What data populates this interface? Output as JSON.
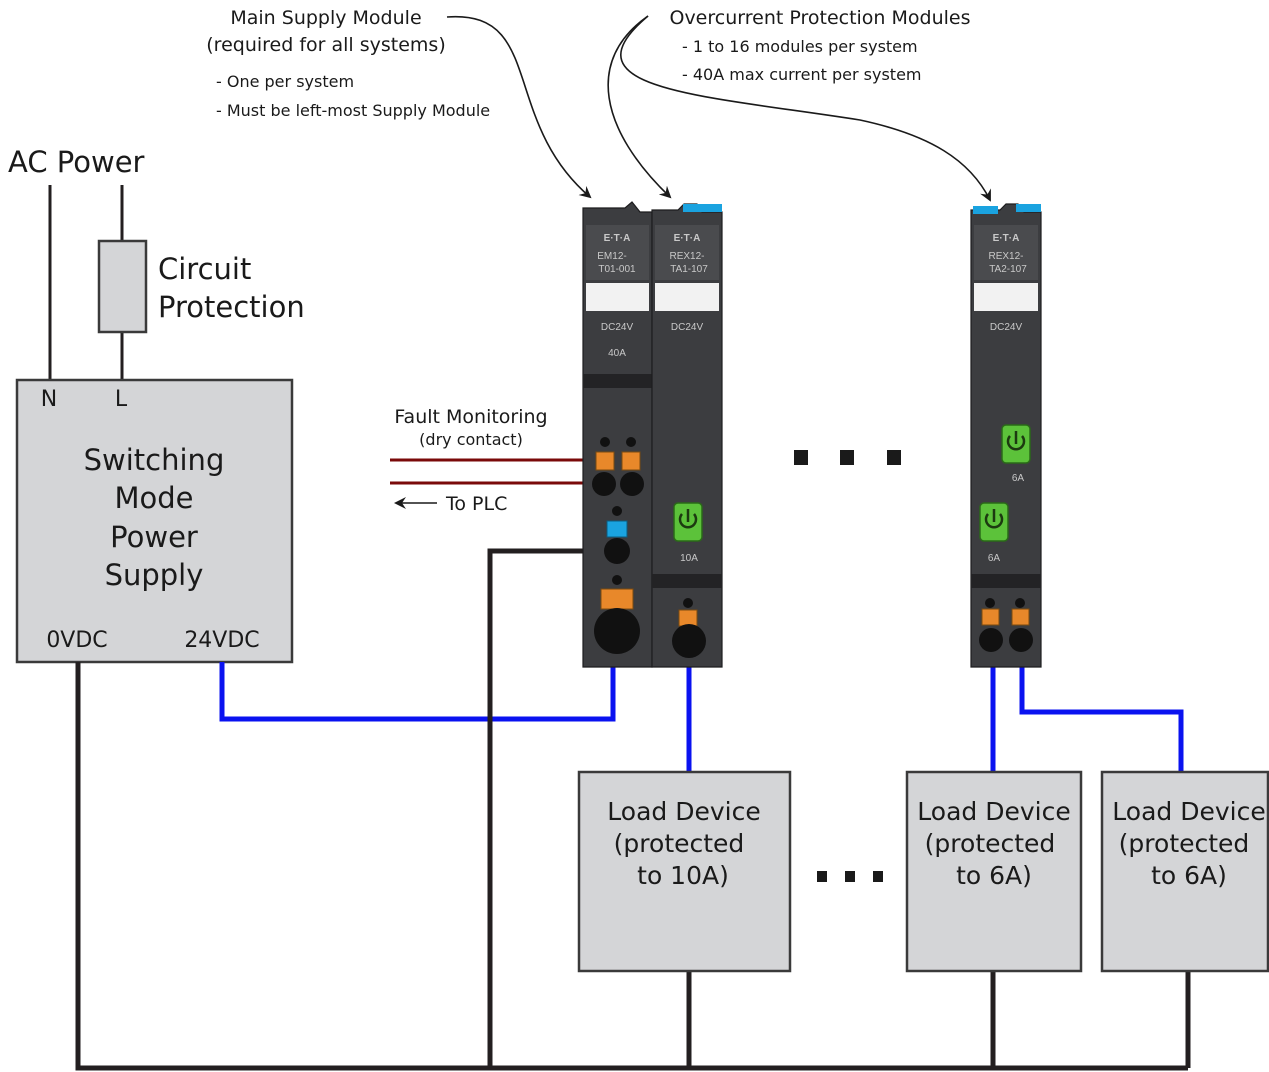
{
  "callouts": {
    "main_supply": {
      "title_line1": "Main Supply Module",
      "title_line2": "(required for all systems)",
      "bullet1": "- One per system",
      "bullet2": "- Must be left-most Supply Module"
    },
    "overcurrent": {
      "title": "Overcurrent Protection Modules",
      "bullet1": "- 1 to 16 modules per system",
      "bullet2": "- 40A max current per system"
    }
  },
  "ac_power": {
    "label": "AC Power",
    "neutral": "N",
    "line": "L"
  },
  "circuit_protection": {
    "line1": "Circuit",
    "line2": "Protection"
  },
  "power_supply": {
    "line1": "Switching",
    "line2": "Mode",
    "line3": "Power",
    "line4": "Supply",
    "terminal_0v": "0VDC",
    "terminal_24v": "24VDC"
  },
  "fault_monitoring": {
    "title": "Fault Monitoring",
    "subtitle": "(dry contact)",
    "to_plc": "To PLC"
  },
  "modules": {
    "brand": "E·T·A",
    "em12": {
      "model_line1": "EM12-",
      "model_line2": "T01-001",
      "voltage": "DC24V",
      "current": "40A"
    },
    "rex_10a": {
      "model_line1": "REX12-",
      "model_line2": "TA1-107",
      "voltage": "DC24V",
      "rating": "10A"
    },
    "rex_6a": {
      "model_line1": "REX12-",
      "model_line2": "TA2-107",
      "voltage": "DC24V",
      "rating_upper": "6A",
      "rating_lower": "6A"
    }
  },
  "loads": [
    {
      "line1": "Load Device",
      "line2": "(protected",
      "line3": "to 10A)"
    },
    {
      "line1": "Load Device",
      "line2": "(protected",
      "line3": "to 6A)"
    },
    {
      "line1": "Load Device",
      "line2": "(protected",
      "line3": "to 6A)"
    }
  ],
  "colors": {
    "dc_positive_wire": "#0a12f0",
    "return_wire": "#231f20",
    "fault_wire": "#7a0a0a",
    "box_fill": "#d4d5d7",
    "module_body": "#3c3d40",
    "accent_cyan": "#1aa3e0",
    "button_green": "#5cc23a",
    "terminal_orange": "#e8882a"
  }
}
